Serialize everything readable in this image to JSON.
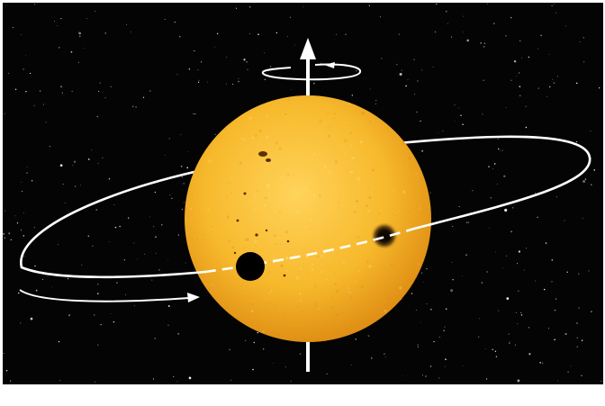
{
  "diagram": {
    "colors": {
      "frame": "#ffffff",
      "space": "#040404",
      "star": "#ffffff",
      "star_core": "#ffd35a",
      "star_mid": "#f7b92c",
      "star_limb": "#de8c12",
      "lines": "#ffffff",
      "planet": "#000000",
      "spot_umbra": "#0d0702",
      "spot_penumbra": "#6a4a10"
    },
    "elements": [
      "background-stars",
      "star",
      "rotation-axis",
      "axis-rotation-arrow",
      "planet-orbit",
      "orbit-direction-arrow",
      "planet",
      "starspot"
    ]
  }
}
